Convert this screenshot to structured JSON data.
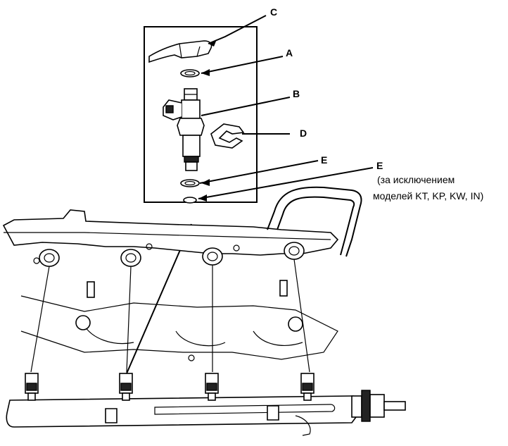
{
  "labels": {
    "c": "C",
    "a": "A",
    "b": "B",
    "d": "D",
    "e1": "E",
    "e2": "E",
    "note_line1": "(за исключением",
    "note_line2": "моделей KT, KP, KW, IN)"
  },
  "parts": {
    "cap": "fuel-rail-cap",
    "injector": "fuel-injector",
    "clip": "injector-clip",
    "o_ring_top": "o-ring",
    "o_ring_bottom": "o-ring",
    "seal_ring": "seal-ring"
  },
  "colors": {
    "ink": "#000000",
    "paper": "#ffffff"
  }
}
